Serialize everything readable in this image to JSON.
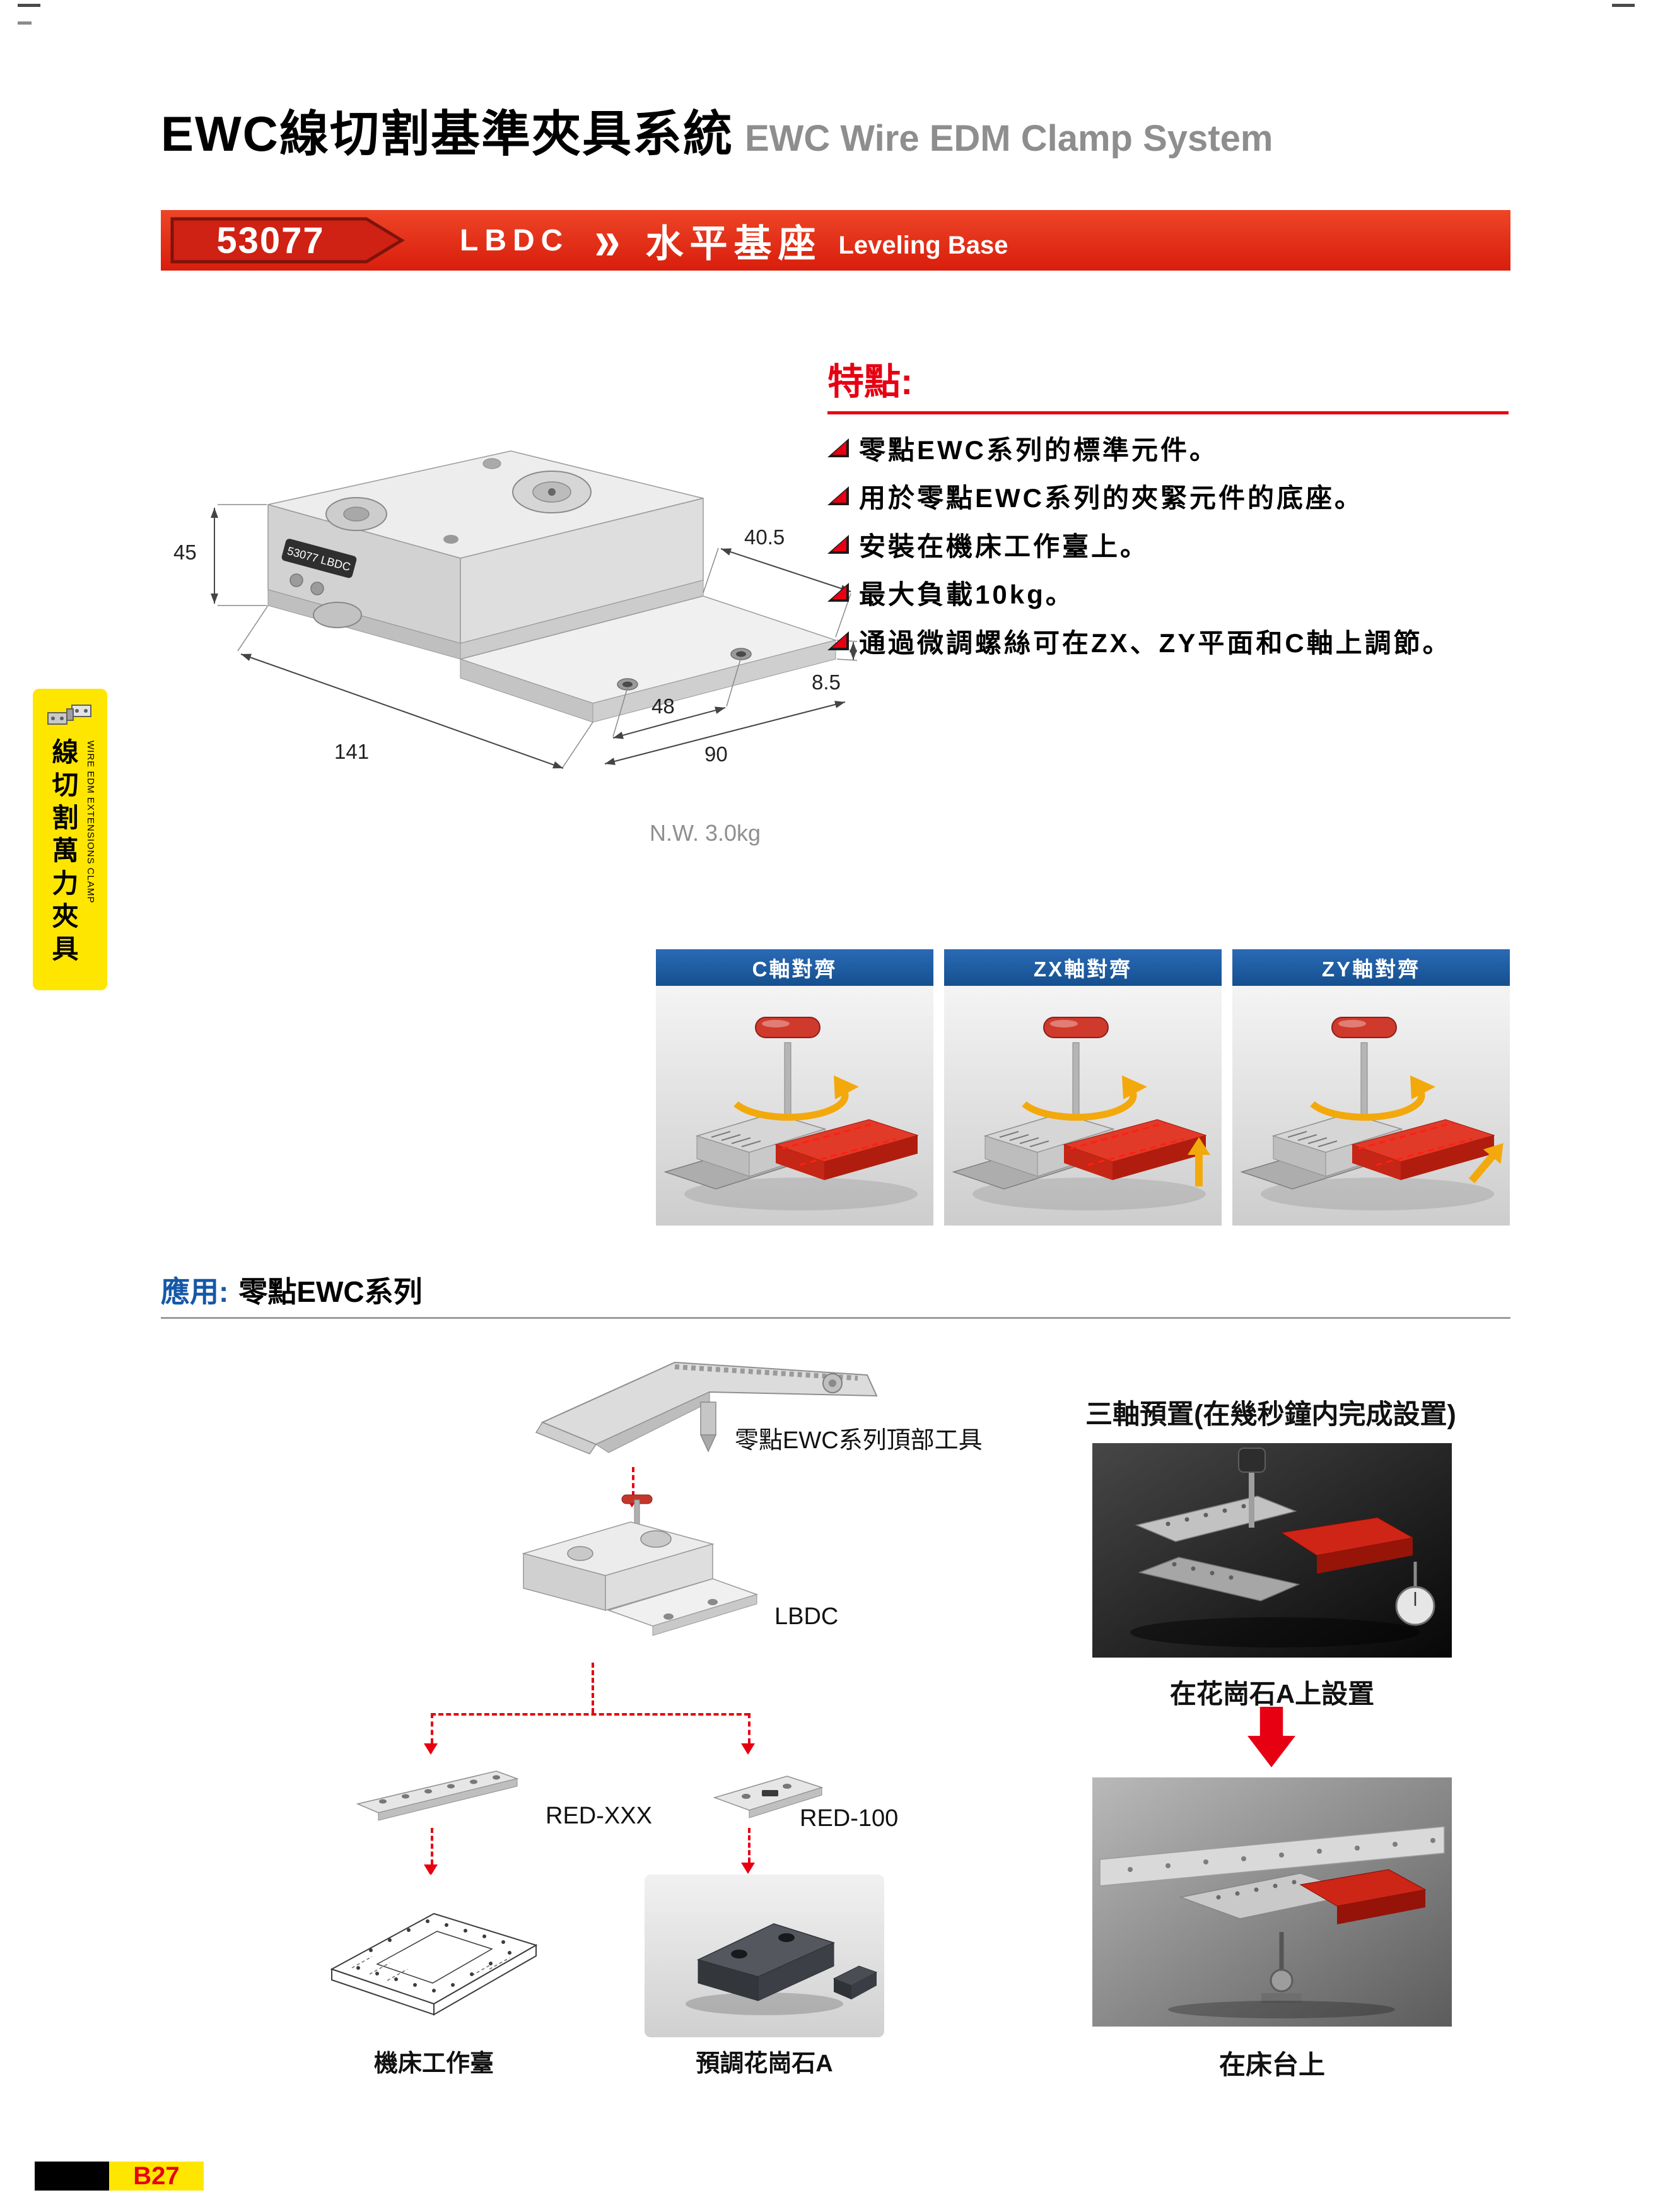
{
  "page": {
    "number": "B27"
  },
  "header": {
    "title_zh": "EWC線切割基準夾具系統",
    "title_en": "EWC Wire EDM Clamp System"
  },
  "banner": {
    "part_number": "53077",
    "model": "LBDC",
    "chevron": "»",
    "product_zh": "水平基座",
    "product_en": "Leveling Base"
  },
  "sidebar": {
    "label_zh": "線切割萬力夾具",
    "label_en": "WIRE EDM EXTENSIONS CLAMP"
  },
  "product": {
    "marking": "53077 LBDC",
    "net_weight": "N.W. 3.0kg",
    "dims": {
      "d45": "45",
      "d405": "40.5",
      "d48": "48",
      "d85": "8.5",
      "d141": "141",
      "d90": "90"
    }
  },
  "features": {
    "heading": "特點:",
    "items": [
      "零點EWC系列的標準元件。",
      "用於零點EWC系列的夾緊元件的底座。",
      "安裝在機床工作臺上。",
      "最大負載10kg。",
      "通過微調螺絲可在ZX、ZY平面和C軸上調節。"
    ]
  },
  "alignment": {
    "panels": [
      {
        "label": "C軸對齊"
      },
      {
        "label": "ZX軸對齊"
      },
      {
        "label": "ZY軸對齊"
      }
    ]
  },
  "application": {
    "label": "應用:",
    "series": "零點EWC系列",
    "top_tool_label": "零點EWC系列頂部工具",
    "lbdc_label": "LBDC",
    "red_xxx_label": "RED-XXX",
    "red_100_label": "RED-100",
    "machine_table_caption": "機床工作臺",
    "granite_caption": "預調花崗石A",
    "preset": {
      "heading": "三軸預置(在幾秒鐘内完成設置)",
      "step1_caption": "在花崗石A上設置",
      "step2_caption": "在床台上"
    }
  },
  "colors": {
    "accent_red": "#e60012",
    "banner_red": "#d81e0c",
    "header_blue": "#15508f",
    "tab_yellow": "#ffe600"
  }
}
